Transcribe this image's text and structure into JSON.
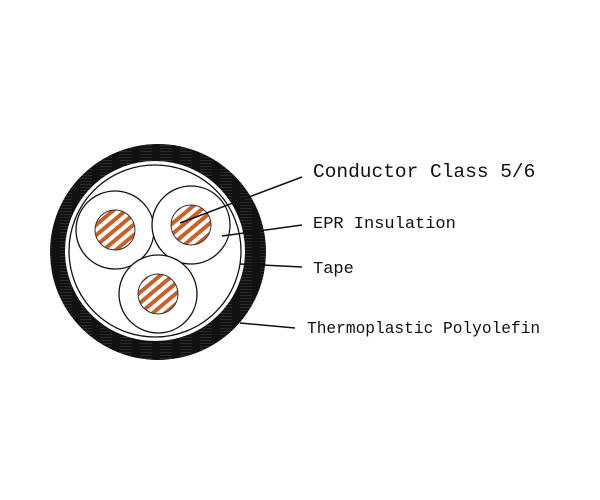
{
  "diagram": {
    "labels": {
      "conductor": "Conductor Class 5/6",
      "insulation": "EPR Insulation",
      "tape": "Tape",
      "sheath": "Thermoplastic Polyolefin"
    },
    "colors": {
      "sheath": "#111111",
      "copper": "#c8602a",
      "background": "#ffffff"
    }
  }
}
